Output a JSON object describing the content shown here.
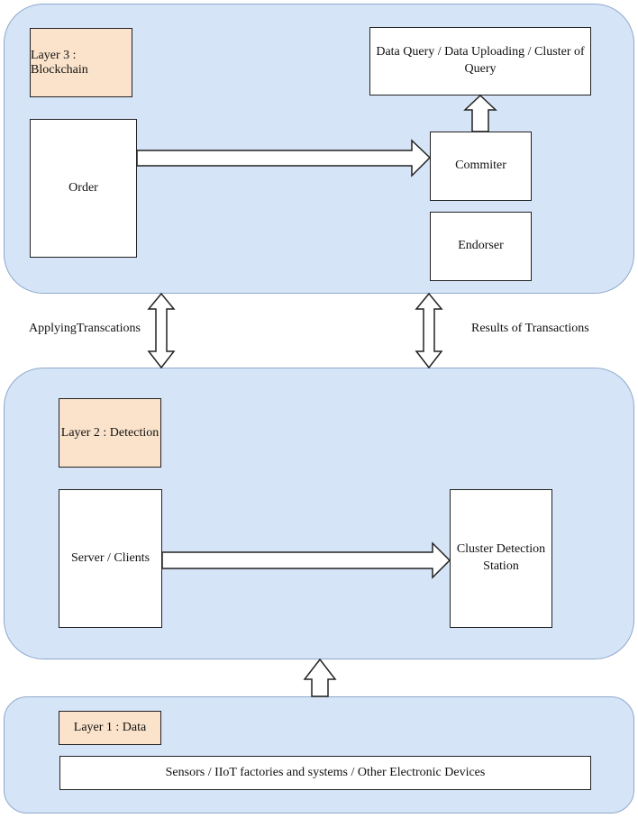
{
  "layer3": {
    "title": "Layer 3 : Blockchain",
    "order": "Order",
    "query": "Data  Query / Data Uploading / Cluster of Query",
    "commiter": "Commiter",
    "endorser": "Endorser"
  },
  "between": {
    "left_label": "ApplyingTranscations",
    "right_label": "Results of Transactions"
  },
  "layer2": {
    "title": "Layer 2 : Detection",
    "server": "Server / Clients",
    "station": "Cluster Detection Station"
  },
  "layer1": {
    "title": "Layer 1 : Data",
    "devices": "Sensors / IIoT factories and systems / Other Electronic Devices"
  },
  "colors": {
    "layer_fill": "#d6e4f7",
    "tag_fill": "#fbe3cb"
  }
}
